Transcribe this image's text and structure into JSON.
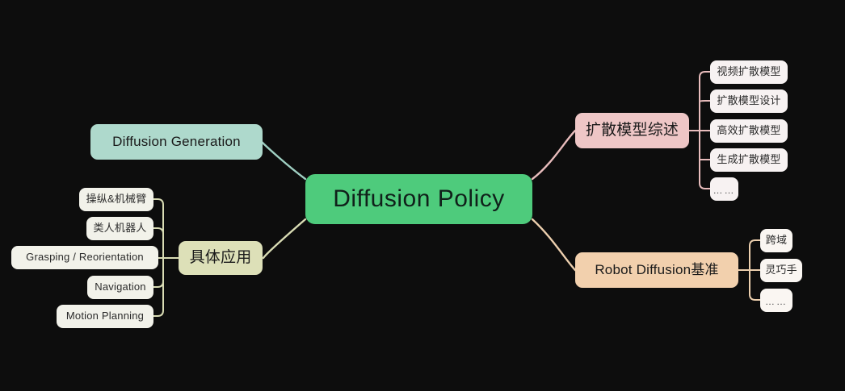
{
  "diagram": {
    "type": "mind-map",
    "background_color": "#0d0d0d",
    "root": {
      "label": "Diffusion Policy",
      "color": "#4ecb7c"
    },
    "branches": [
      {
        "id": "diffusion-generation",
        "label": "Diffusion Generation",
        "color": "#aed9cc",
        "side": "left",
        "children": []
      },
      {
        "id": "concrete-applications",
        "label": "具体应用",
        "color": "#dde0b8",
        "side": "left",
        "children": [
          {
            "label": "操纵&机械臂",
            "color": "#f2f2ea"
          },
          {
            "label": "类人机器人",
            "color": "#f2f2ea"
          },
          {
            "label": "Grasping / Reorientation",
            "color": "#f2f2ea"
          },
          {
            "label": "Navigation",
            "color": "#f2f2ea"
          },
          {
            "label": "Motion Planning",
            "color": "#f2f2ea"
          }
        ]
      },
      {
        "id": "diffusion-model-survey",
        "label": "扩散模型综述",
        "color": "#eec6c6",
        "side": "right",
        "children": [
          {
            "label": "视频扩散模型",
            "color": "#f7f2f2"
          },
          {
            "label": "扩散模型设计",
            "color": "#f7f2f2"
          },
          {
            "label": "高效扩散模型",
            "color": "#f7f2f2"
          },
          {
            "label": "生成扩散模型",
            "color": "#f7f2f2"
          },
          {
            "label": "……",
            "color": "#f7f2f2"
          }
        ]
      },
      {
        "id": "robot-diffusion-benchmark",
        "label": "Robot Diffusion基准",
        "color": "#f2d0ad",
        "side": "right",
        "children": [
          {
            "label": "跨域",
            "color": "#faf6f2"
          },
          {
            "label": "灵巧手",
            "color": "#faf6f2"
          },
          {
            "label": "……",
            "color": "#faf6f2"
          }
        ]
      }
    ],
    "edge_colors": {
      "diffusion_generation": "#9fcfc2",
      "concrete_applications": "#d9dcb4",
      "diffusion_model_survey": "#e8bcbc",
      "robot_diffusion_benchmark": "#eccfae"
    }
  }
}
